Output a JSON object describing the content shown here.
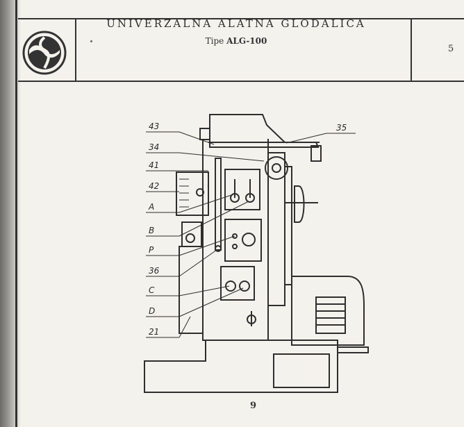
{
  "header": {
    "title": "UNIVERZALNA ALATNA GLODALICA",
    "subtitle_prefix": "Tipe",
    "subtitle_model": "ALG-100",
    "page_number": "5"
  },
  "figure": {
    "labels": [
      "43",
      "34",
      "41",
      "42",
      "A",
      "B",
      "P",
      "36",
      "C",
      "D",
      "21",
      "35"
    ]
  },
  "footer": {
    "figure_number": "9"
  },
  "icons": {
    "logo": "swirl-logo-icon"
  }
}
